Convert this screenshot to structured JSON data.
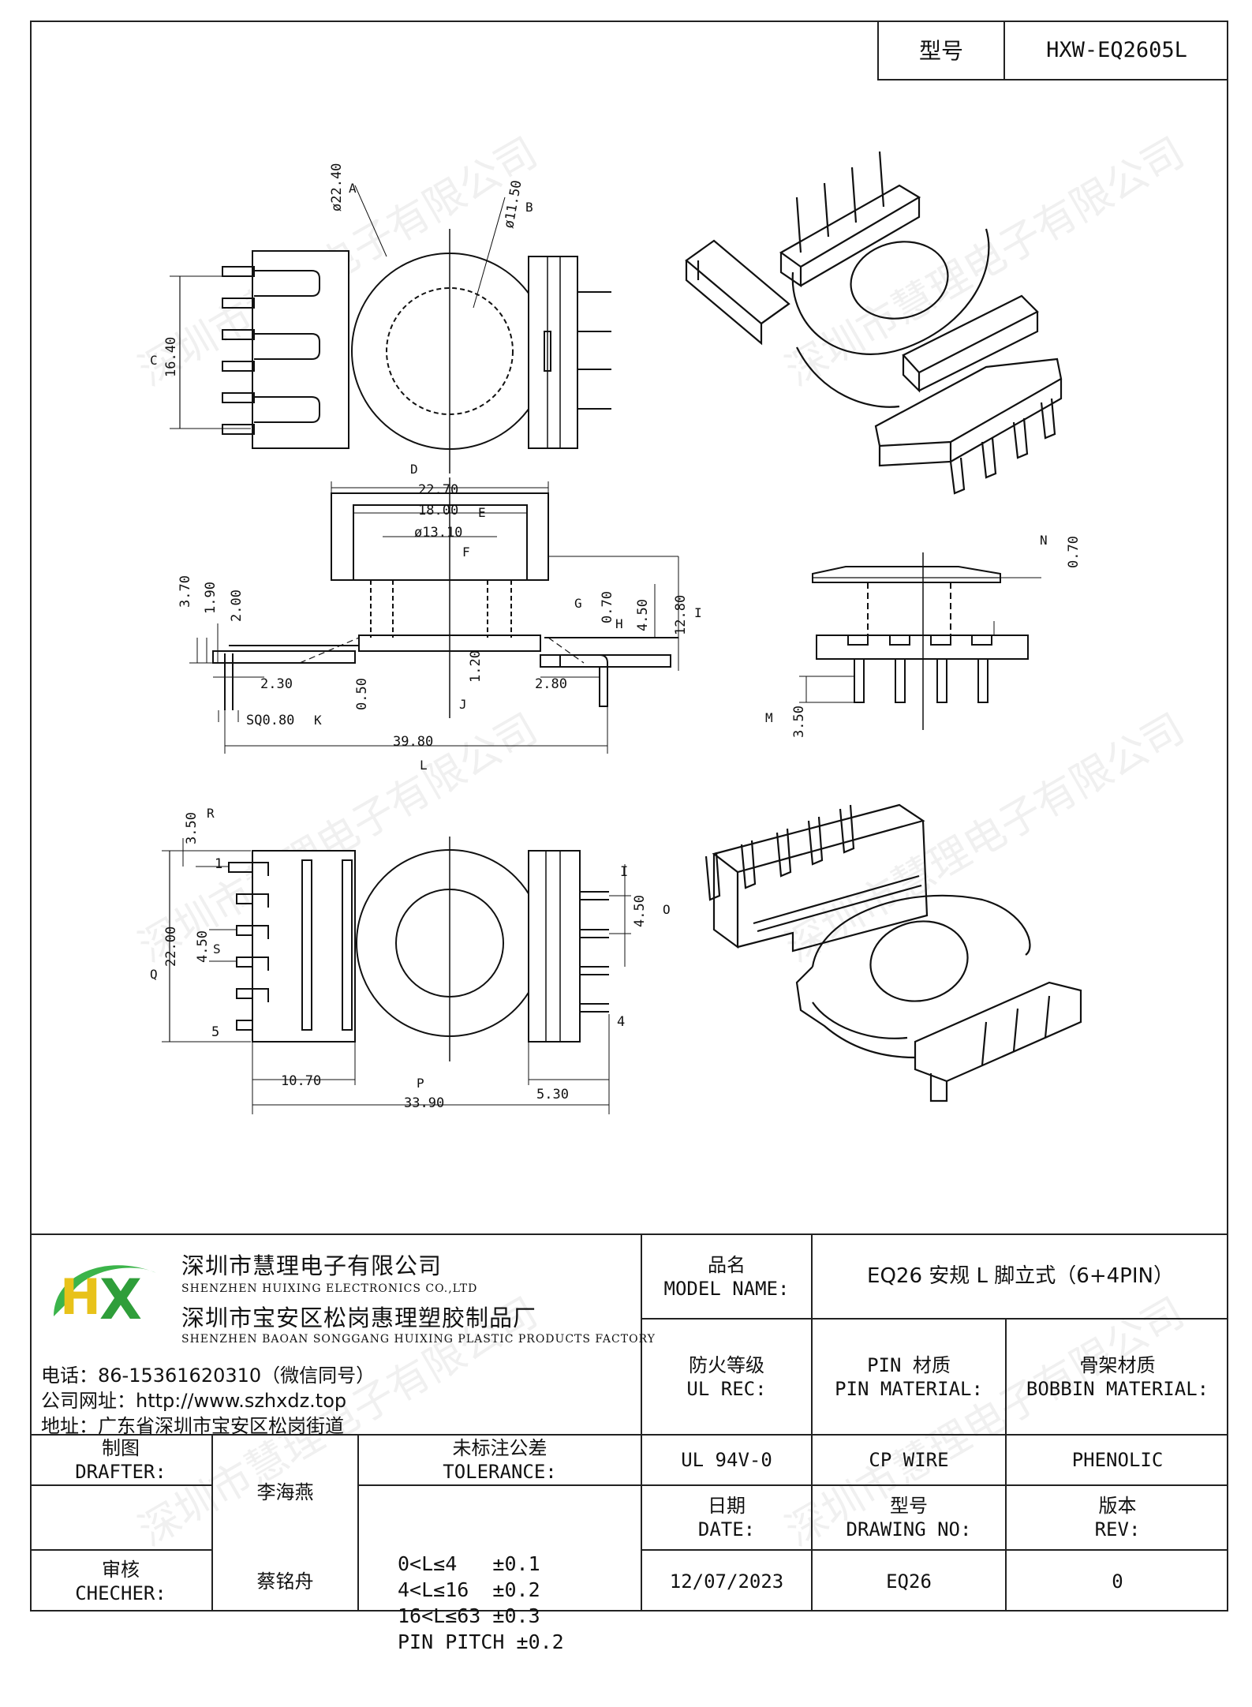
{
  "title_block": {
    "model_label": "型号",
    "model_value": "HXW-EQ2605L"
  },
  "watermark": "深圳市慧理电子有限公司",
  "dimensions": {
    "top_view": {
      "d_outer": "ø22.40",
      "mark_a": "A",
      "d_inner": "ø11.50",
      "mark_b": "B",
      "height": "16.40",
      "mark_c": "C"
    },
    "front_view": {
      "mark_d": "D",
      "w1": "22.70",
      "w2": "18.00",
      "mark_e": "E",
      "d3": "ø13.10",
      "mark_f": "F",
      "h1": "3.70",
      "h2": "1.90",
      "h3": "2.00",
      "left_off": "2.30",
      "sq": "SQ0.80",
      "mark_k": "K",
      "t1": "0.50",
      "mark_j": "J",
      "t2": "1.20",
      "right_off": "2.80",
      "mark_g": "G",
      "g_val": "0.70",
      "mark_h": "H",
      "h_val": "4.50",
      "total_h": "12.80",
      "mark_i": "I",
      "total_w": "39.80",
      "mark_l": "L"
    },
    "side_view": {
      "mark_n": "N",
      "n_val": "0.70",
      "mark_m": "M",
      "m_val": "3.50"
    },
    "bottom_view": {
      "r_val": "3.50",
      "mark_r": "R",
      "pin1": "1",
      "height": "22.00",
      "mark_q": "Q",
      "s_val": "4.50",
      "mark_s": "S",
      "pin5": "5",
      "left_w": "10.70",
      "mark_p": "P",
      "total_w": "33.90",
      "right_w": "5.30",
      "pin_i": "I",
      "o_val": "4.50",
      "mark_o": "O",
      "pin4": "4"
    }
  },
  "company": {
    "name_cn": "深圳市慧理电子有限公司",
    "name_en": "SHENZHEN HUIXING ELECTRONICS CO.,LTD",
    "factory_cn": "深圳市宝安区松岗惠理塑胶制品厂",
    "factory_en": "SHENZHEN BAOAN SONGGANG HUIXING PLASTIC PRODUCTS FACTORY",
    "phone": "电话：86-15361620310（微信同号）",
    "website": "公司网址：http://www.szhxdz.top",
    "address": "地址：广东省深圳市宝安区松岗街道",
    "logo_h": "H",
    "logo_x": "X",
    "logo_colors": {
      "h": "#e8c21a",
      "x": "#2f9e3a",
      "arc": "#3bb44a"
    }
  },
  "fields": {
    "model_name_label_cn": "品名",
    "model_name_label_en": "MODEL NAME:",
    "model_name_value": "EQ26 安规 L 脚立式（6+4PIN）",
    "ul_label_cn": "防火等级",
    "ul_label_en": "UL REC:",
    "pin_label_cn": "PIN 材质",
    "pin_label_en": "PIN MATERIAL:",
    "bobbin_label_cn": "骨架材质",
    "bobbin_label_en": "BOBBIN MATERIAL:",
    "ul_value": "UL 94V-0",
    "pin_value": "CP WIRE",
    "bobbin_value": "PHENOLIC",
    "drafter_label_cn": "制图",
    "drafter_label_en": "DRAFTER:",
    "drafter_value": "李海燕",
    "checker_label_cn": "审核",
    "checker_label_en": "CHECHER:",
    "checker_value": "蔡铭舟",
    "tolerance_label_cn": "未标注公差",
    "tolerance_label_en": "TOLERANCE:",
    "tolerance_lines": [
      "0<L≤4   ±0.1",
      "4<L≤16  ±0.2",
      "16<L≤63 ±0.3",
      "PIN PITCH ±0.2"
    ],
    "date_label_cn": "日期",
    "date_label_en": "DATE:",
    "date_value": "12/07/2023",
    "drawing_label_cn": "型号",
    "drawing_label_en": "DRAWING NO:",
    "drawing_value": "EQ26",
    "rev_label_cn": "版本",
    "rev_label_en": "REV:",
    "rev_value": "0"
  }
}
